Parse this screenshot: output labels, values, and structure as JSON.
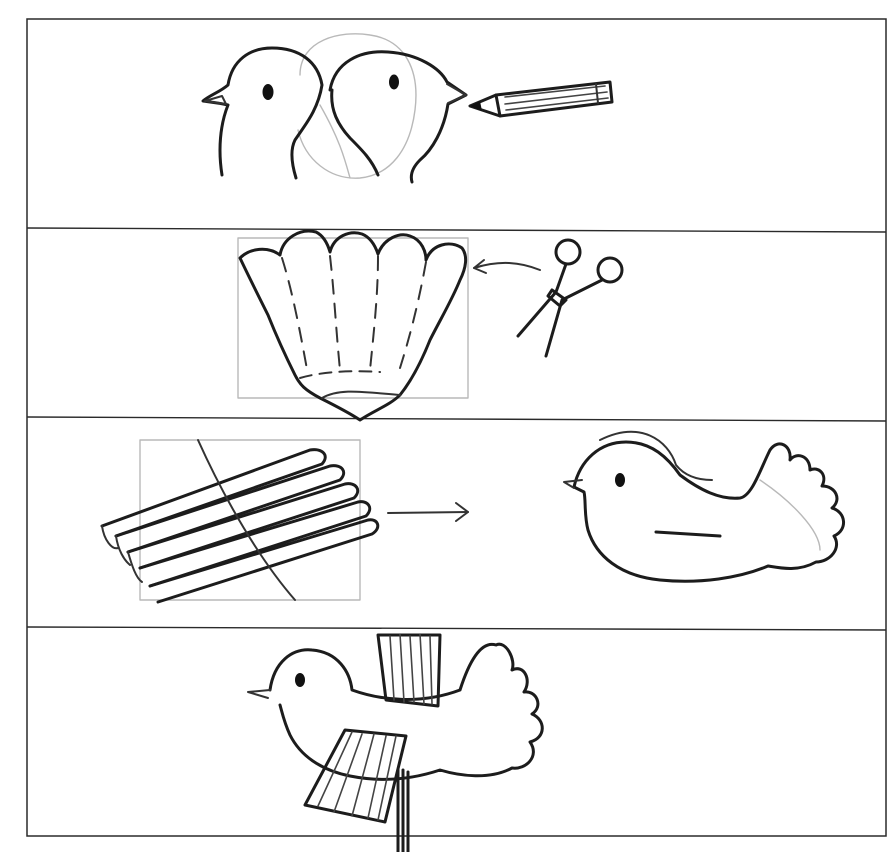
{
  "illustration": {
    "steps": [
      {
        "id": 1,
        "content": [
          "bird-template-pair",
          "pencil"
        ]
      },
      {
        "id": 2,
        "content": [
          "fan-wing-template",
          "scissors",
          "cut-arrow"
        ]
      },
      {
        "id": 3,
        "content": [
          "accordion-folded-paper",
          "arrow",
          "bird-body-with-slit"
        ]
      },
      {
        "id": 4,
        "content": [
          "finished-paper-bird-with-fan-wings"
        ]
      }
    ],
    "colors": {
      "paper": "#ffffff",
      "ink": "#1c1c1c",
      "pencil_guides": "#b9b9b9",
      "frame": "#2a2a2a"
    }
  }
}
